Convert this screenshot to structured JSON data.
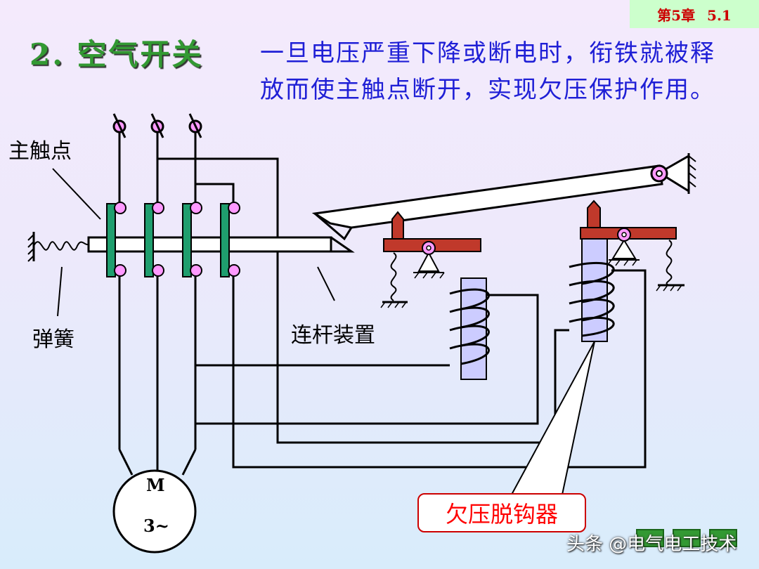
{
  "header": {
    "chapter": "第5章 5.1"
  },
  "title": "2. 空气开关",
  "description": "一旦电压严重下降或断电时，衔铁就被释放而使主触点断开，实现欠压保护作用。",
  "labels": {
    "main_contacts": "主触点",
    "spring": "弹簧",
    "linkage": "连杆装置",
    "undervoltage_release": "欠压脱钩器"
  },
  "motor": {
    "symbol": "M",
    "phase": "3~"
  },
  "watermark": "头条 @电气电工技术",
  "colors": {
    "title": "#339933",
    "description": "#1f1fd6",
    "contact_bar": "#1f9e6e",
    "contact_dot": "#ff99ff",
    "lever": "#c0392b",
    "core": "#ccccff",
    "callout": "#ff0000"
  }
}
